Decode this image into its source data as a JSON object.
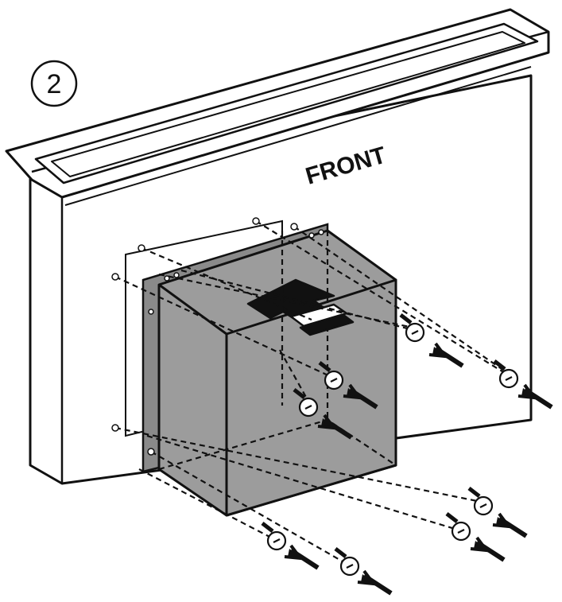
{
  "step": {
    "number": "2"
  },
  "labels": {
    "front": "FRONT"
  },
  "colors": {
    "line": "#111111",
    "box_fill": "#9c9c9c",
    "box_side": "#7d7d7d",
    "flange": "#8a8a8a",
    "background": "#ffffff"
  },
  "icons": {
    "step_marker": "circled-number-icon",
    "direction": "up-arrow-icon",
    "fastener": "screw-icon",
    "insert": "insertion-arrow-icon"
  },
  "fasteners": {
    "count": 8
  }
}
